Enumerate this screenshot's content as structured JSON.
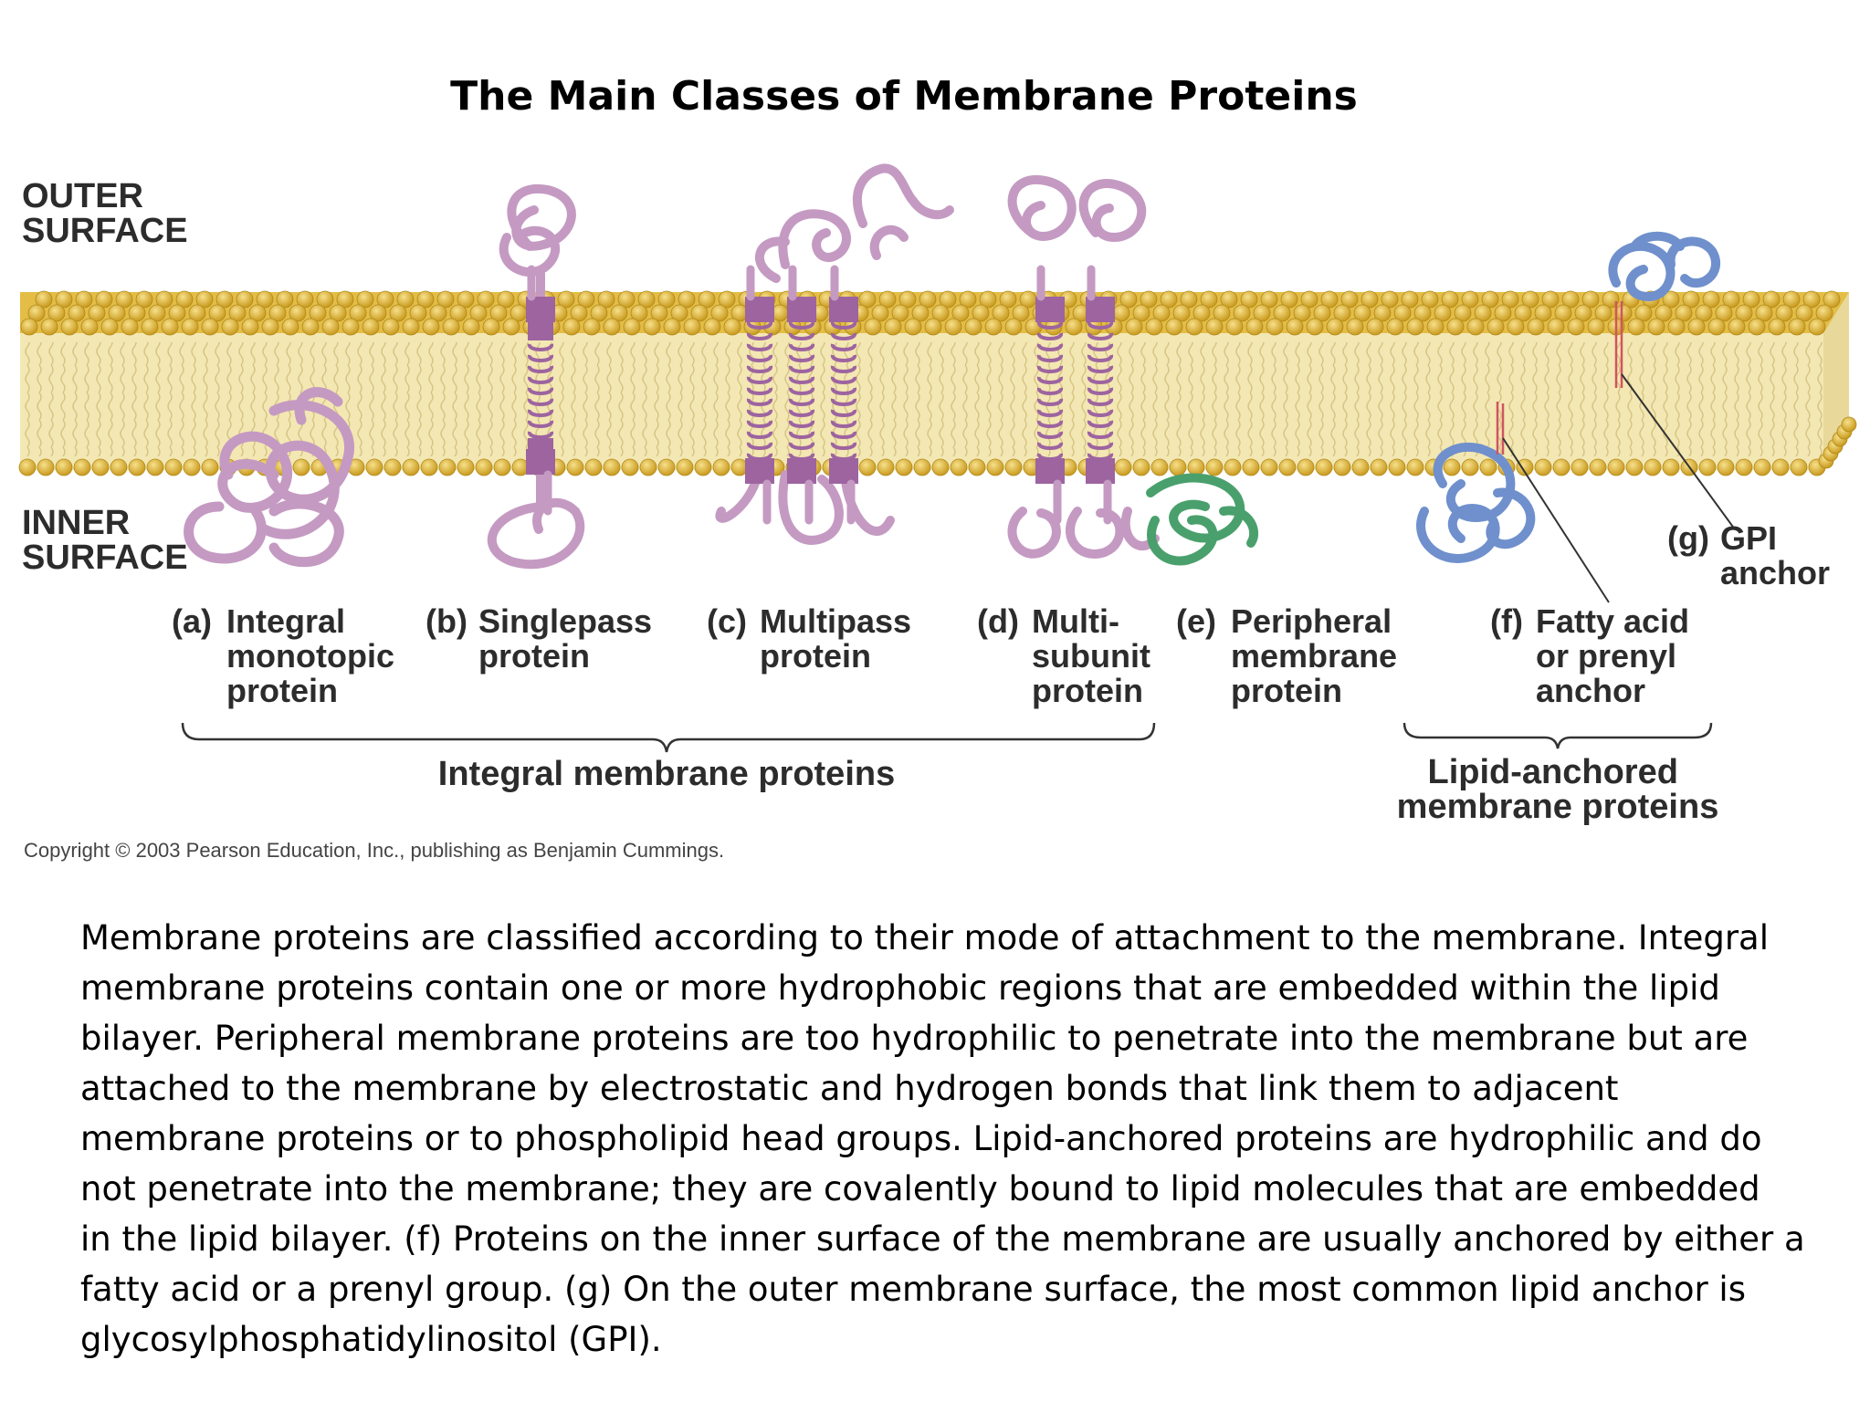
{
  "title": "The Main Classes of Membrane Proteins",
  "surfaces": {
    "outer": [
      "OUTER",
      "SURFACE"
    ],
    "inner": [
      "INNER",
      "SURFACE"
    ]
  },
  "classes": [
    {
      "letter": "(a)",
      "lines": [
        "Integral",
        "monotopic",
        "protein"
      ]
    },
    {
      "letter": "(b)",
      "lines": [
        "Singlepass",
        "protein"
      ]
    },
    {
      "letter": "(c)",
      "lines": [
        "Multipass",
        "protein"
      ]
    },
    {
      "letter": "(d)",
      "lines": [
        "Multi-",
        "subunit",
        "protein"
      ]
    },
    {
      "letter": "(e)",
      "lines": [
        "Peripheral",
        "membrane",
        "protein"
      ]
    },
    {
      "letter": "(f)",
      "lines": [
        "Fatty acid",
        "or prenyl",
        "anchor"
      ]
    },
    {
      "letter": "(g)",
      "lines": [
        "GPI",
        "anchor"
      ]
    }
  ],
  "groups": {
    "integral": "Integral membrane proteins",
    "lipid": [
      "Lipid-anchored",
      "membrane proteins"
    ]
  },
  "copyright": "Copyright © 2003 Pearson Education, Inc., publishing as Benjamin Cummings.",
  "caption_lines": [
    "Membrane proteins are classified according to their mode of attachment to the membrane. Integral",
    "membrane proteins contain one or more hydrophobic regions that are embedded within the lipid",
    "bilayer. Peripheral membrane proteins are too hydrophilic to penetrate into the membrane but are",
    "attached to the membrane by electrostatic and hydrogen bonds that link them to adjacent",
    "membrane proteins or to phospholipid head groups. Lipid-anchored proteins are hydrophilic and do",
    "not penetrate into the membrane; they are covalently bound to lipid molecules that are embedded",
    "in the lipid bilayer. (f) Proteins on the inner surface of the membrane are usually anchored by either a",
    "fatty acid or a prenyl group. (g) On the outer membrane surface, the most common lipid anchor is",
    "glycosylphosphatidylinositol (GPI)."
  ],
  "colors": {
    "lipid_head": "#e2b83b",
    "bilayer_core": "#f3e7b3",
    "integral_protein": "#c49ac2",
    "helix_band": "#9d64a0",
    "peripheral_protein": "#4aa06c",
    "anchored_protein": "#6f90cc",
    "anchor_line": "#d05560"
  }
}
